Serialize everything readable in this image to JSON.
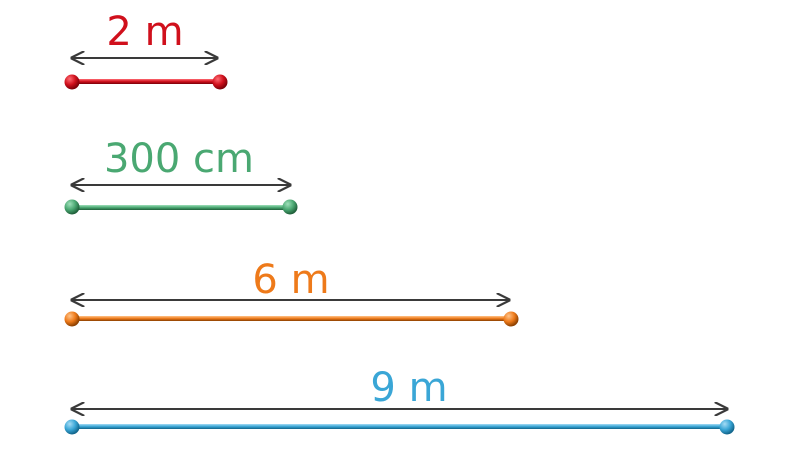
{
  "colors": {
    "arrow": "#3a3a3a"
  },
  "segments": [
    {
      "label": "2 m",
      "value": 2,
      "unit": "m",
      "color": "#d0101c",
      "light": "#ff6b73",
      "dark": "#7a0008"
    },
    {
      "label": "300 cm",
      "value": 3,
      "unit": "m",
      "color": "#4aa872",
      "light": "#9fe0ba",
      "dark": "#1f5e39"
    },
    {
      "label": "6 m",
      "value": 6,
      "unit": "m",
      "color": "#ee7a1a",
      "light": "#ffc48a",
      "dark": "#8a3f00"
    },
    {
      "label": "9 m",
      "value": 9,
      "unit": "m",
      "color": "#3aa6d6",
      "light": "#a5dcf5",
      "dark": "#11648a"
    }
  ]
}
